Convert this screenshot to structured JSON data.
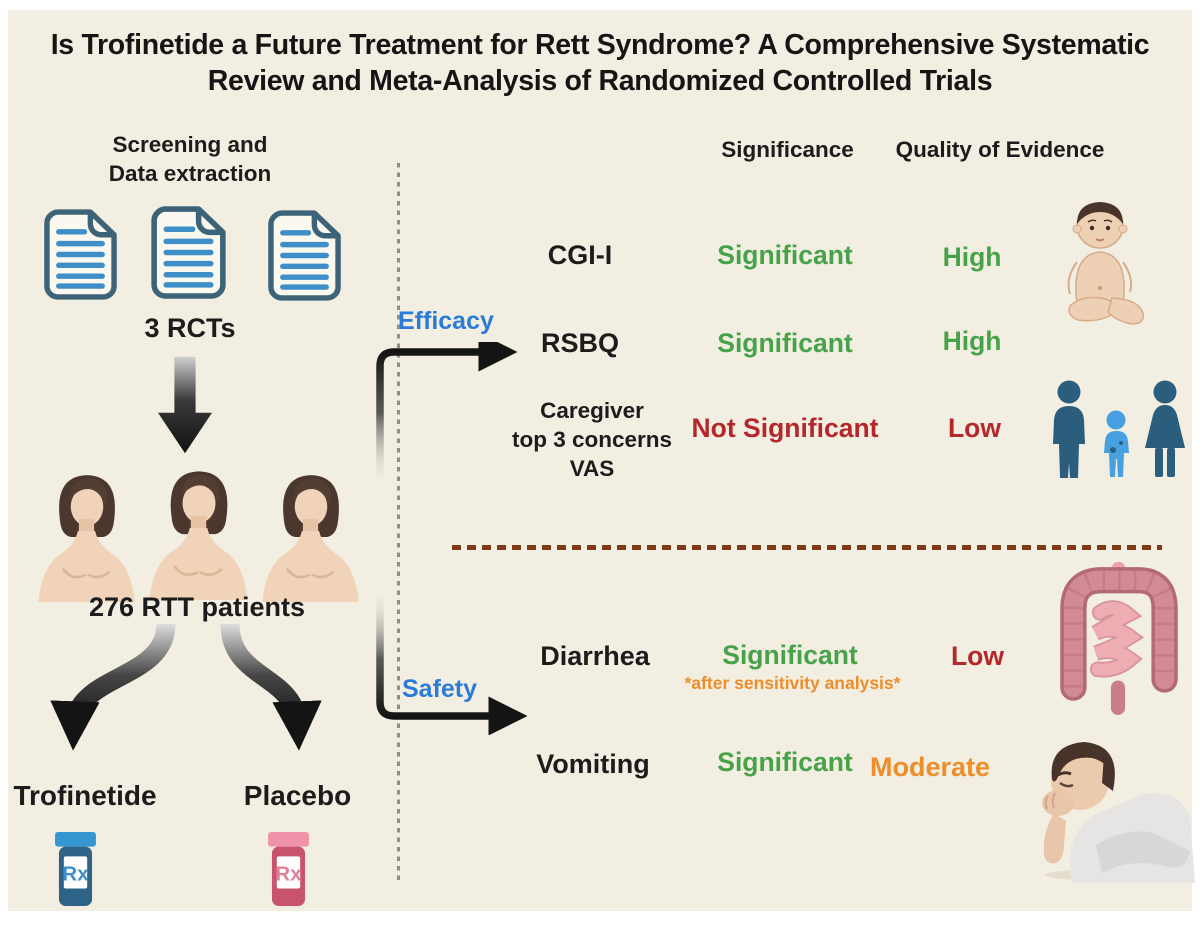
{
  "title": {
    "line1": "Is Trofinetide a Future Treatment for Rett Syndrome? A Comprehensive Systematic",
    "line2": "Review and Meta-Analysis of Randomized Controlled Trials"
  },
  "flow": {
    "screening_line1": "Screening and",
    "screening_line2": "Data extraction",
    "rcts": "3 RCTs",
    "patients": "276 RTT patients",
    "arm_left": "Trofinetide",
    "arm_right": "Placebo",
    "rx_label": "Rx"
  },
  "branches": {
    "efficacy": "Efficacy",
    "safety": "Safety"
  },
  "table": {
    "header_significance": "Significance",
    "header_quality": "Quality of Evidence",
    "cgi": {
      "outcome": "CGI-I",
      "significance": "Significant",
      "quality": "High"
    },
    "rsbq": {
      "outcome": "RSBQ",
      "significance": "Significant",
      "quality": "High"
    },
    "caregiver": {
      "outcome_line1": "Caregiver",
      "outcome_line2": "top 3 concerns",
      "outcome_line3": "VAS",
      "significance": "Not Significant",
      "quality": "Low"
    },
    "diarrhea": {
      "outcome": "Diarrhea",
      "significance": "Significant",
      "note": "*after sensitivity analysis*",
      "quality": "Low"
    },
    "vomiting": {
      "outcome": "Vomiting",
      "significance": "Significant",
      "quality": "Moderate"
    }
  },
  "icons": {
    "documents": "document-icon (3 RCT papers)",
    "down_arrow": "down-arrow-icon",
    "patients": "female-patient-icon (x3)",
    "split_arrows": "split-arrows-icon",
    "bottle_blue": "rx-bottle-blue-icon",
    "bottle_pink": "rx-bottle-pink-icon",
    "efficacy_arrow": "efficacy-elbow-arrow-icon",
    "safety_arrow": "safety-elbow-arrow-icon",
    "baby": "baby-illustration",
    "family": "family-icon",
    "intestine": "intestine-icon",
    "vomiting_person": "vomiting-person-icon"
  },
  "colors": {
    "background": "#f2eee1",
    "significant_green": "#47a24a",
    "not_significant_red": "#b4282c",
    "moderate_orange": "#ee8d29",
    "branch_blue": "#2b7cd9",
    "divider_brown": "#7e3a15",
    "dotted_gray": "#8f8f8f",
    "arrow_black": "#141414",
    "document_outline": "#3c6377",
    "document_lines": "#3e8ec9",
    "adult_silhouette": "#2b5e7c",
    "child_silhouette": "#47a1e0",
    "bottle_blue": "#2d6384",
    "bottle_blue_cap": "#3596d2",
    "bottle_pink": "#c8536f",
    "bottle_pink_cap": "#ef93a8"
  }
}
